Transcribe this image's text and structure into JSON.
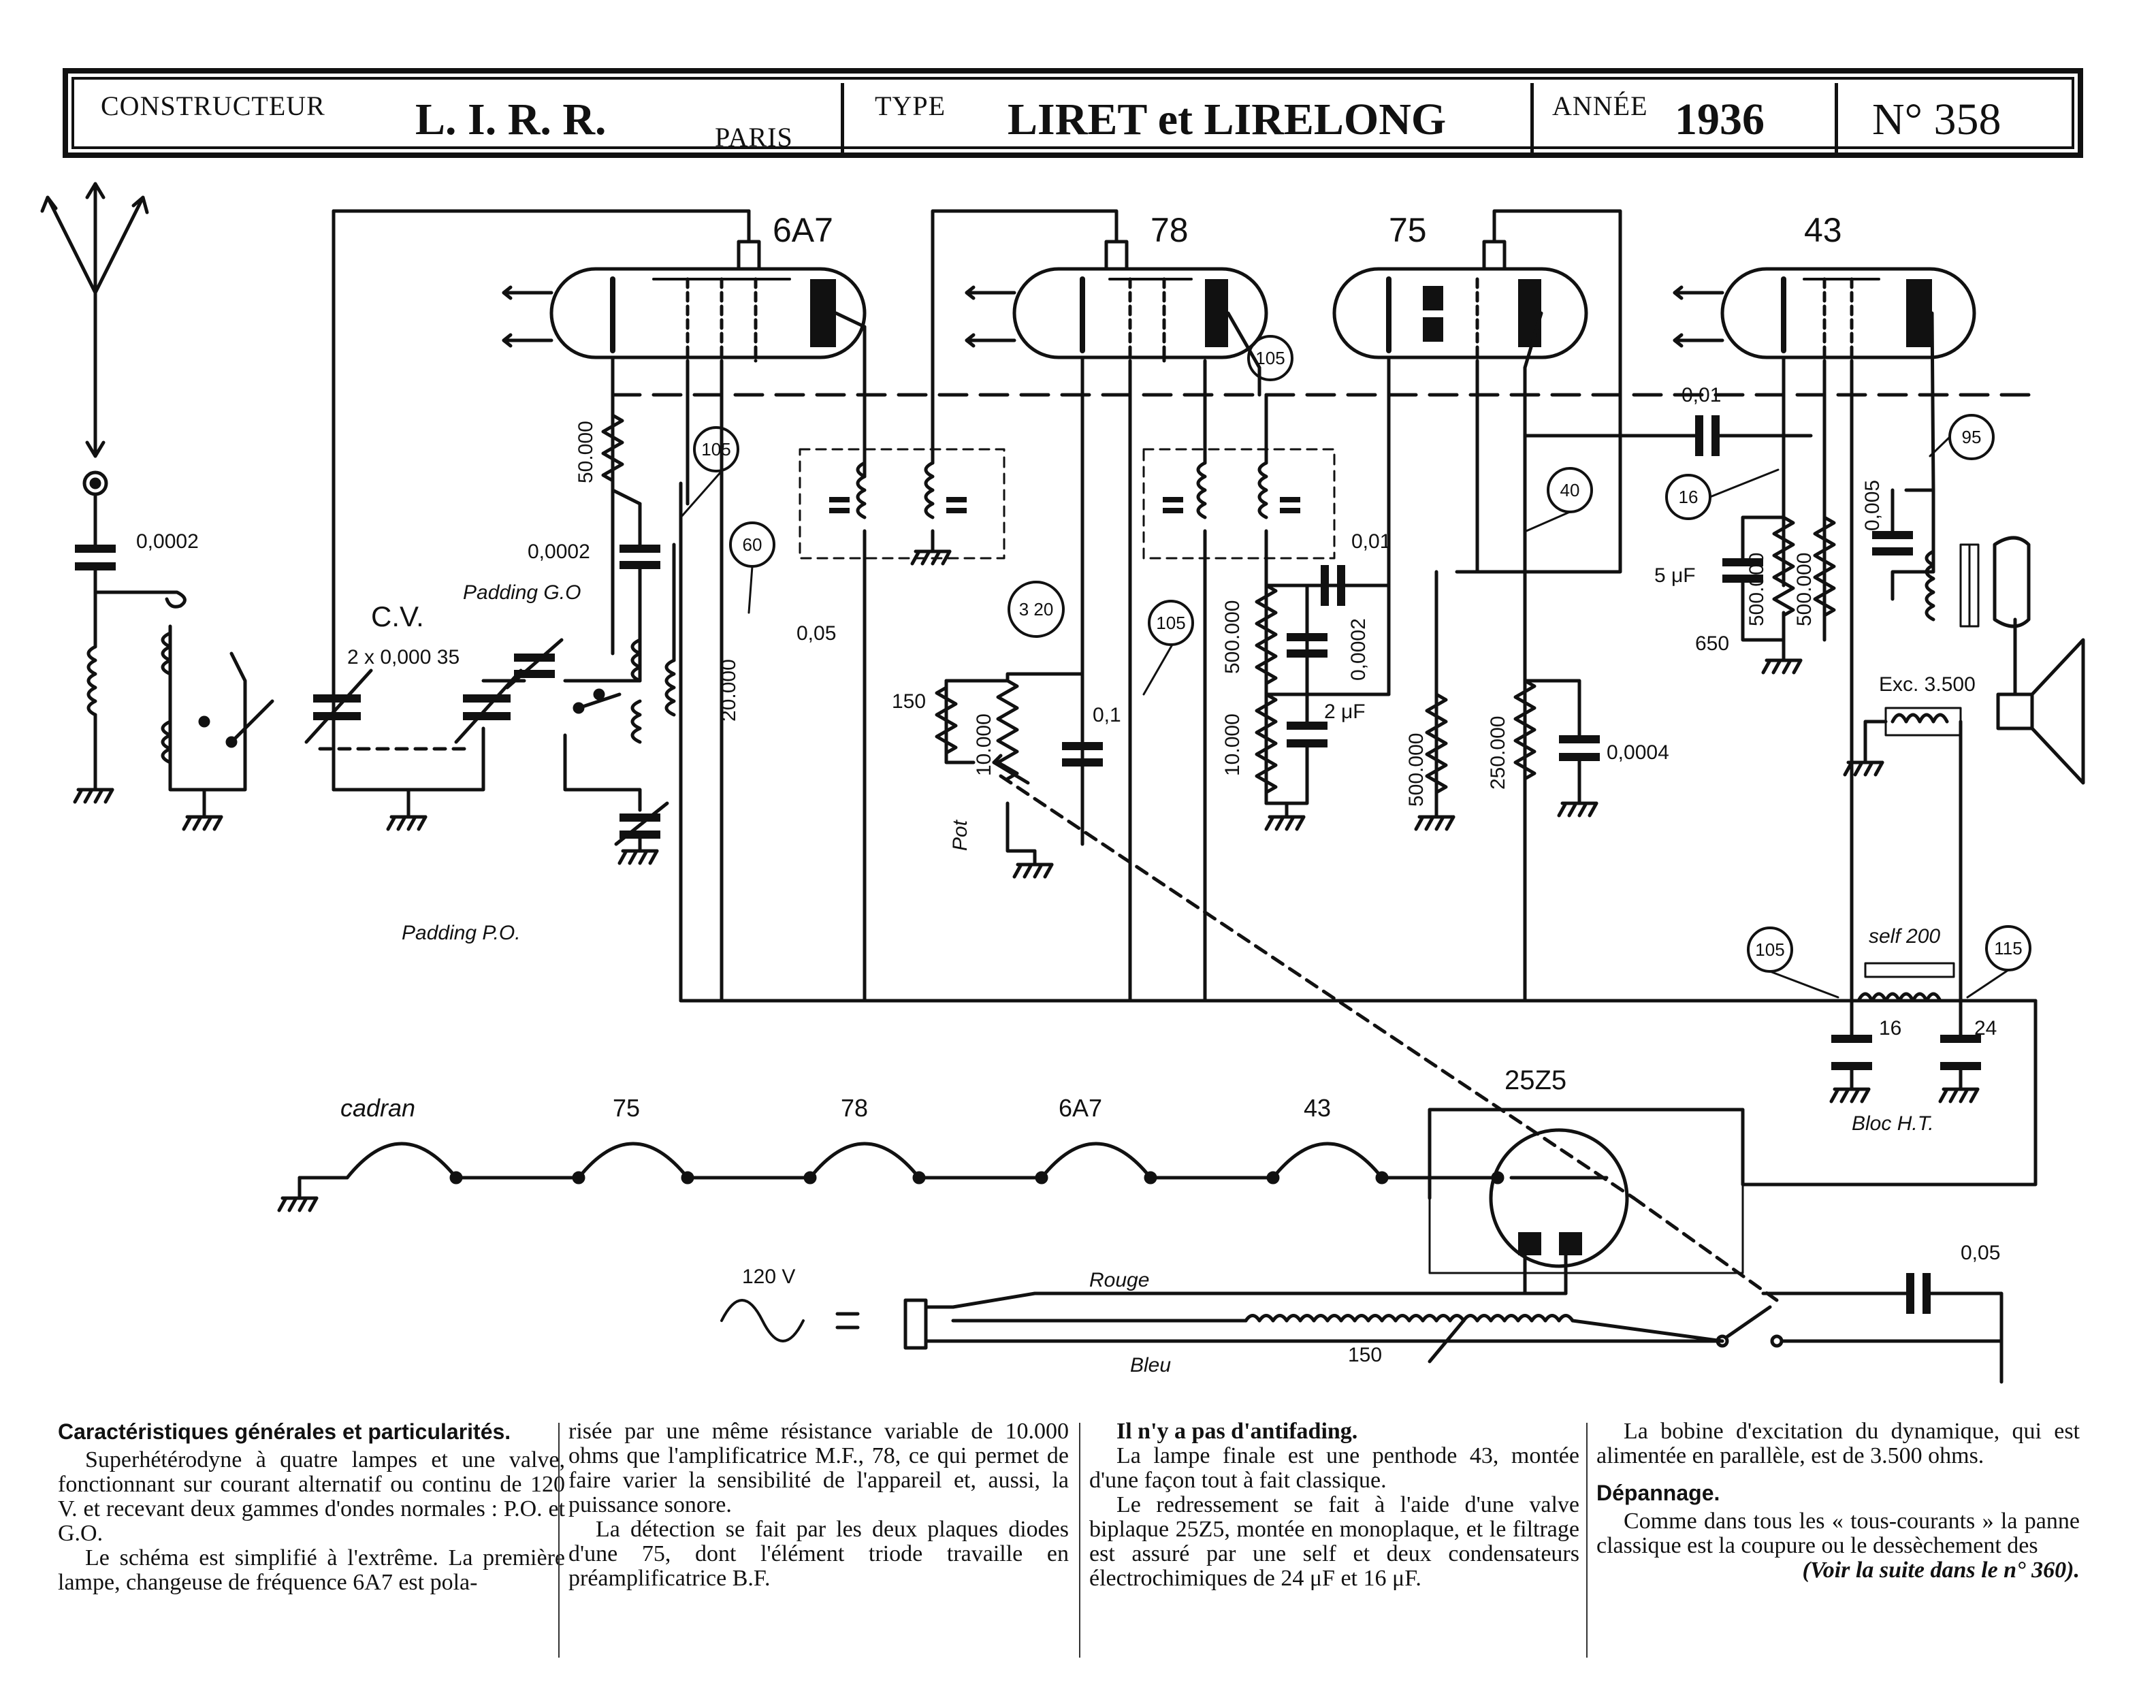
{
  "header": {
    "constructeur_label": "CONSTRUCTEUR",
    "constructeur": "L. I. R. R.",
    "city": "PARIS",
    "type_label": "TYPE",
    "type": "LIRET et LIRELONG",
    "annee_label": "ANNÉE",
    "annee": "1936",
    "numero": "N° 358"
  },
  "schematic": {
    "tubes": [
      "6A7",
      "78",
      "75",
      "43"
    ],
    "labels": {
      "cv": "C.V.",
      "cv_value": "2 x 0,000 35",
      "padding_go": "Padding G.O",
      "padding_po": "Padding P.O.",
      "c_ant": "0,0002",
      "c_osc": "0,0002",
      "r_50000": "50.000",
      "r_20000": "20.000",
      "c_005": "0,05",
      "r_150": "150",
      "pot": "Pot",
      "pot_value": "10.000",
      "c_01": "0,1",
      "r_500000_a": "500.000",
      "r_10000": "10.000",
      "c_0002b": "0,0002",
      "c_001a": "0,01",
      "c_2uf": "2 μF",
      "r_500000_b": "500.000",
      "r_250000": "250.000",
      "c_00004": "0,0004",
      "c_001b": "0,01",
      "c_5uf": "5 μF",
      "r_500000_c": "500.000",
      "r_500000_d": "500.000",
      "r_650": "650",
      "c_0005": "0,005",
      "exc": "Exc. 3.500",
      "self": "self 200",
      "c16": "16",
      "c24": "24",
      "bloc": "Bloc H.T.",
      "rectifier": "25Z5",
      "heaters": [
        "cadran",
        "75",
        "78",
        "6A7",
        "43"
      ],
      "mains": "120 V",
      "rouge": "Rouge",
      "bleu": "Bleu",
      "r_mains": "150",
      "c_mains": "0,05"
    },
    "voltages": [
      "105",
      "60",
      "3 20",
      "105",
      "105",
      "40",
      "16",
      "95",
      "105",
      "115"
    ]
  },
  "text": {
    "col1_heading": "Caractéristiques générales et particularités.",
    "col1_p1": "Superhétérodyne à quatre lampes et une valve, fonctionnant sur courant alternatif ou continu de 120 V. et recevant deux gammes d'ondes normales : P.O. et G.O.",
    "col1_p2": "Le schéma est simplifié à l'extrême. La première lampe, changeuse de fréquence 6A7 est pola-",
    "col2_p1": "risée par une même résistance variable de 10.000 ohms que l'amplificatrice M.F., 78, ce qui permet de faire varier la sensibilité de l'appareil et, aussi, la puissance sonore.",
    "col2_p2": "La détection se fait par les deux plaques diodes d'une 75, dont l'élément triode travaille en préamplificatrice B.F.",
    "col3_p1": "Il n'y a pas d'antifading.",
    "col3_p2": "La lampe finale est une penthode 43, montée d'une façon tout à fait classique.",
    "col3_p3": "Le redressement se fait à l'aide d'une valve biplaque 25Z5, montée en monoplaque, et le filtrage est assuré par une self et deux condensateurs électrochimiques de 24 μF et 16 μF.",
    "col4_p1": "La bobine d'excitation du dynamique, qui est alimentée en parallèle, est de 3.500 ohms.",
    "col4_heading": "Dépannage.",
    "col4_p2": "Comme dans tous les « tous-courants » la panne classique est la coupure ou le dessèchement des",
    "col4_note": "(Voir la suite dans le n° 360)."
  }
}
